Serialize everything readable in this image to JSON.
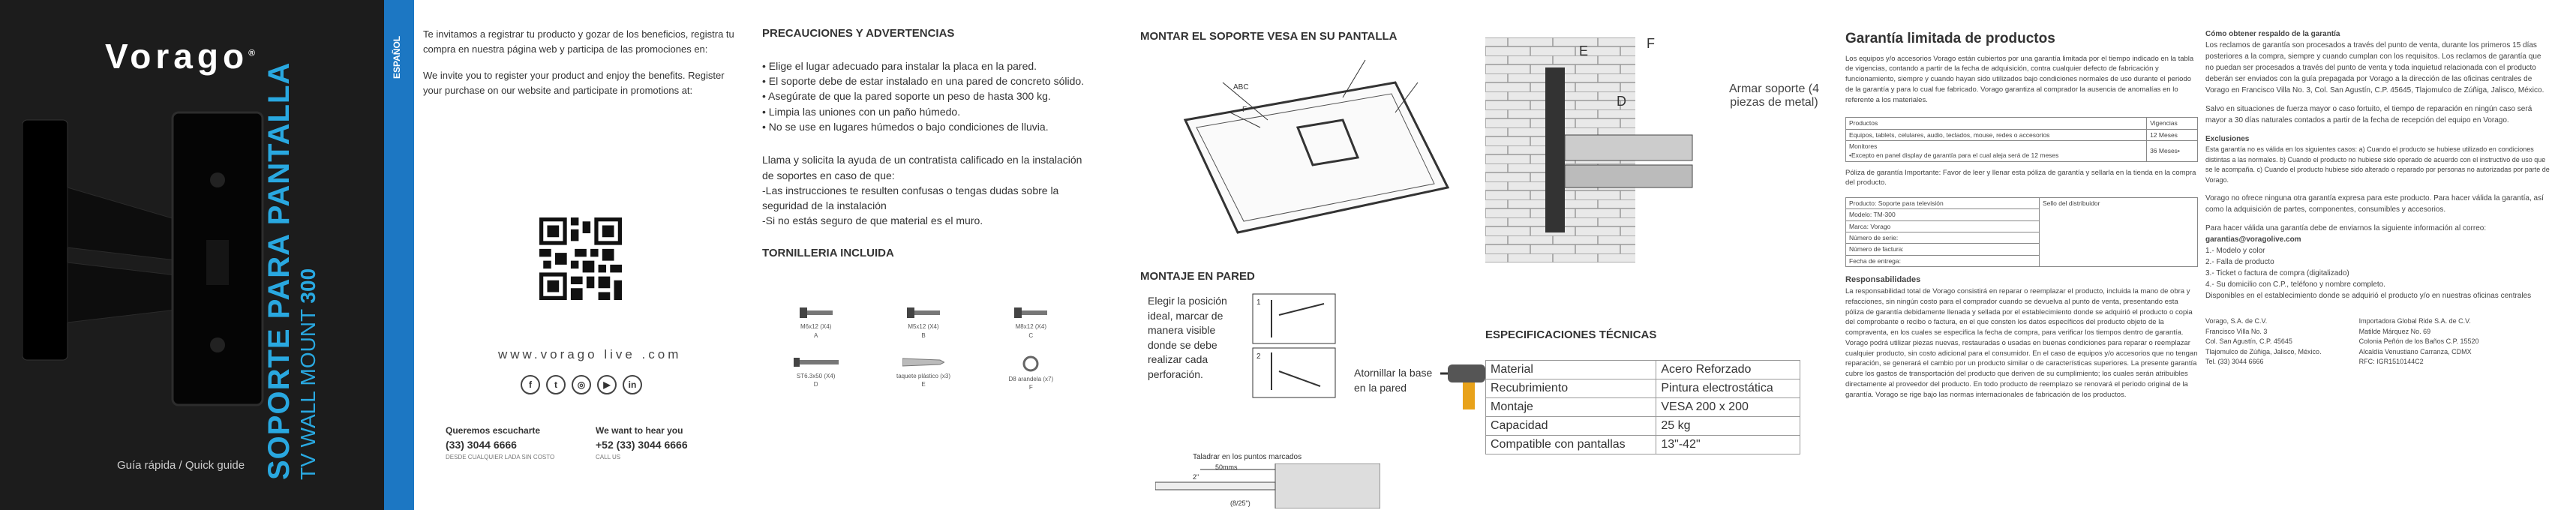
{
  "cover": {
    "brand": "Vorago",
    "guide": "Guía rápida / Quick guide",
    "title": "SOPORTE PARA PANTALLA",
    "subtitle_prefix": "TV WALL MOUNT",
    "subtitle_model": "300",
    "lang_tab": "ESPAÑOL"
  },
  "register": {
    "es": "Te invitamos a registrar tu producto y gozar de los beneficios, registra tu compra en nuestra página web y participa de las promociones en:",
    "en": "We invite you to register your product and enjoy the benefits. Register your purchase on our website and participate in promotions at:",
    "website": "www.vorago live .com",
    "social_icons": [
      "facebook-icon",
      "twitter-icon",
      "instagram-icon",
      "youtube-icon",
      "linkedin-icon"
    ],
    "contact_es_title": "Queremos escucharte",
    "contact_es_phone": "(33) 3044 6666",
    "contact_es_note": "DESDE CUALQUIER LADA SIN COSTO",
    "contact_en_title": "We want to hear you",
    "contact_en_phone": "+52 (33) 3044 6666",
    "contact_en_note": "CALL US"
  },
  "precautions": {
    "title": "PRECAUCIONES Y ADVERTENCIAS",
    "items": [
      "• Elige el lugar adecuado para instalar la placa en la pared.",
      "• El soporte debe de estar instalado en una pared de concreto sólido.",
      "• Asegúrate de que la pared soporte un peso de  hasta 300 kg.",
      "• Limpia las uniones con un paño húmedo.",
      "• No se use en lugares húmedos o bajo condiciones de lluvia."
    ],
    "note1": "Llama y solicita la ayuda de un contratista calificado en la instalación de soportes en caso de que:",
    "note2": "-Las instrucciones te resulten confusas o tengas dudas sobre la seguridad de la instalación",
    "note3": "-Si no estás seguro de que material es el muro."
  },
  "hardware": {
    "title": "TORNILLERIA INCLUIDA",
    "items": [
      {
        "label": "M6x12 (X4)",
        "code": "A"
      },
      {
        "label": "M5x12 (X4)",
        "code": "B"
      },
      {
        "label": "M8x12 (X4)",
        "code": "C"
      },
      {
        "label": "ST6.3x50 (X4)",
        "code": "D"
      },
      {
        "label": "taquete plástico (x3)",
        "code": "E"
      },
      {
        "label": "D8 arandela (x7)",
        "code": "F"
      }
    ]
  },
  "mount_tv": {
    "title": "MONTAR EL SOPORTE VESA EN SU PANTALLA",
    "label_abc": "ABC",
    "label_f": "F"
  },
  "wall_mount": {
    "title": "MONTAJE EN PARED",
    "step1": "Elegir la posición ideal, marcar de manera visible donde se debe realizar cada perforación.",
    "step2": "Atornillar la base en la pared",
    "drill_caption": "Taladrar en los puntos marcados",
    "depth": "50mms",
    "size1": "2\"",
    "size2": "(8/25\")"
  },
  "assemble": {
    "label": "Armar soporte (4 piezas de metal)",
    "e": "E",
    "f": "F",
    "d": "D"
  },
  "specs": {
    "title": "ESPECIFICACIONES TÉCNICAS",
    "rows": [
      [
        "Material",
        "Acero Reforzado"
      ],
      [
        "Recubrimiento",
        "Pintura electrostática"
      ],
      [
        "Montaje",
        "VESA 200 x 200"
      ],
      [
        "Capacidad",
        "25 kg"
      ],
      [
        "Compatible con pantallas",
        "13\"-42\""
      ]
    ]
  },
  "warranty": {
    "title": "Garantía limitada de productos",
    "intro": "Los equipos y/o accesorios Vorago están cubiertos por una garantía limitada por el tiempo indicado en la tabla de vigencias, contando a partir de la fecha de adquisición, contra cualquier defecto de fabricación y funcionamiento, siempre y cuando hayan sido utilizados bajo condiciones normales de uso durante el periodo de la garantía y para lo cual fue fabricado. Vorago garantiza al comprador la ausencia de anomalías en lo referente a los materiales.",
    "table_head": [
      "Productos",
      "Vigencias"
    ],
    "table_rows": [
      [
        "Equipos, tablets, celulares, audio, teclados, mouse, redes o accesorios",
        "12 Meses"
      ],
      [
        "Monitores\n•Excepto en panel display de garantía para el cual aleja será de 12 meses",
        "36 Meses•"
      ]
    ],
    "policy": "Póliza de garantía Importante: Favor de leer y llenar esta póliza de garantía y sellarla en la tienda en la compra del producto.",
    "form_rows": [
      "Producto: Soporte para televisión",
      "Modelo: TM-300",
      "Marca: Vorago",
      "Número de serie:",
      "Número de factura:",
      "Fecha de entrega:"
    ],
    "stamp": "Sello del distribuidor",
    "resp_title": "Responsabilidades",
    "resp": "La responsabilidad total de Vorago consistirá en reparar o reemplazar el producto, incluida la mano de obra y refacciones, sin ningún costo para el comprador cuando se devuelva al punto de venta, presentando esta póliza de garantía debidamente llenada y sellada por el establecimiento donde se adquirió el producto o copia del comprobante o recibo o factura, en el que consten los datos específicos del producto objeto de la compraventa, en los cuales se especifica la fecha de compra, para verificar los tiempos dentro de garantía. Vorago podrá utilizar piezas nuevas, restauradas o usadas en buenas condiciones para reparar o reemplazar cualquier producto, sin costo adicional para el consumidor. En el caso de equipos y/o accesorios que no tengan reparación, se generará el cambio por un producto similar o de características superiores. La presente garantía cubre los gastos de transportación del producto que deriven de su cumplimiento; los cuales serán atribuibles directamente al proveedor del producto. En todo producto de reemplazo se renovará el periodo original de la garantía. Vorago se rige bajo las normas internacionales de fabricación de los productos."
  },
  "warranty2": {
    "how_title": "Cómo obtener respaldo de la garantía",
    "how": "Los reclamos de garantía son procesados a través del punto de venta, durante los primeros 15 días posteriores a la compra, siempre y cuando cumplan con los requisitos. Los reclamos de garantía que no puedan ser procesados a través del punto de venta y toda inquietud relacionada con el producto deberán ser enviados con la guía prepagada por Vorago a la dirección de las oficinas centrales de Vorago en Francisco Villa No. 3, Col. San Agustín, C.P. 45645, Tlajomulco de Zúñiga, Jalisco, México.",
    "repair": "Salvo en situaciones de fuerza mayor o caso fortuito, el tiempo de reparación en ningún caso será mayor a 30 días naturales contados a partir de la fecha de recepción del equipo en Vorago.",
    "excl_title": "Exclusiones",
    "excl": "Esta garantía no es válida en los siguientes casos: a) Cuando el producto se hubiese utilizado en condiciones distintas a las normales. b) Cuando el producto no hubiese sido operado de acuerdo con el instructivo de uso que se le acompaña. c) Cuando el producto hubiese sido alterado o reparado por personas no autorizadas por parte de Vorago.",
    "extra": "Vorago no ofrece ninguna otra garantía expresa para este producto. Para hacer válida la garantía, así como la adquisición de partes, componentes, consumibles y accesorios.",
    "send": "Para hacer válida una garantía debe de enviarnos la siguiente información al correo:",
    "email": "garantias@voragolive.com",
    "list": [
      "1.- Modelo y color",
      "2.- Falla de producto",
      "3.- Ticket o factura de compra (digitalizado)",
      "4.- Su domicilio con C.P., teléfono y nombre completo."
    ],
    "central": "Disponibles en el establecimiento donde se adquirió el producto y/o en nuestras oficinas centrales",
    "addr1": "Vorago, S.A. de C.V.\nFrancisco Villa No. 3\nCol. San Agustín, C.P. 45645\nTlajomulco de Zúñiga, Jalisco, México.\nTel. (33) 3044 6666",
    "addr2": "Importadora Global Ride S.A. de C.V.\nMatilde Márquez No. 69\nColonia Peñón de los Baños C.P. 15520\nAlcaldía Venustiano Carranza, CDMX\nRFC: IGR1510144C2"
  }
}
